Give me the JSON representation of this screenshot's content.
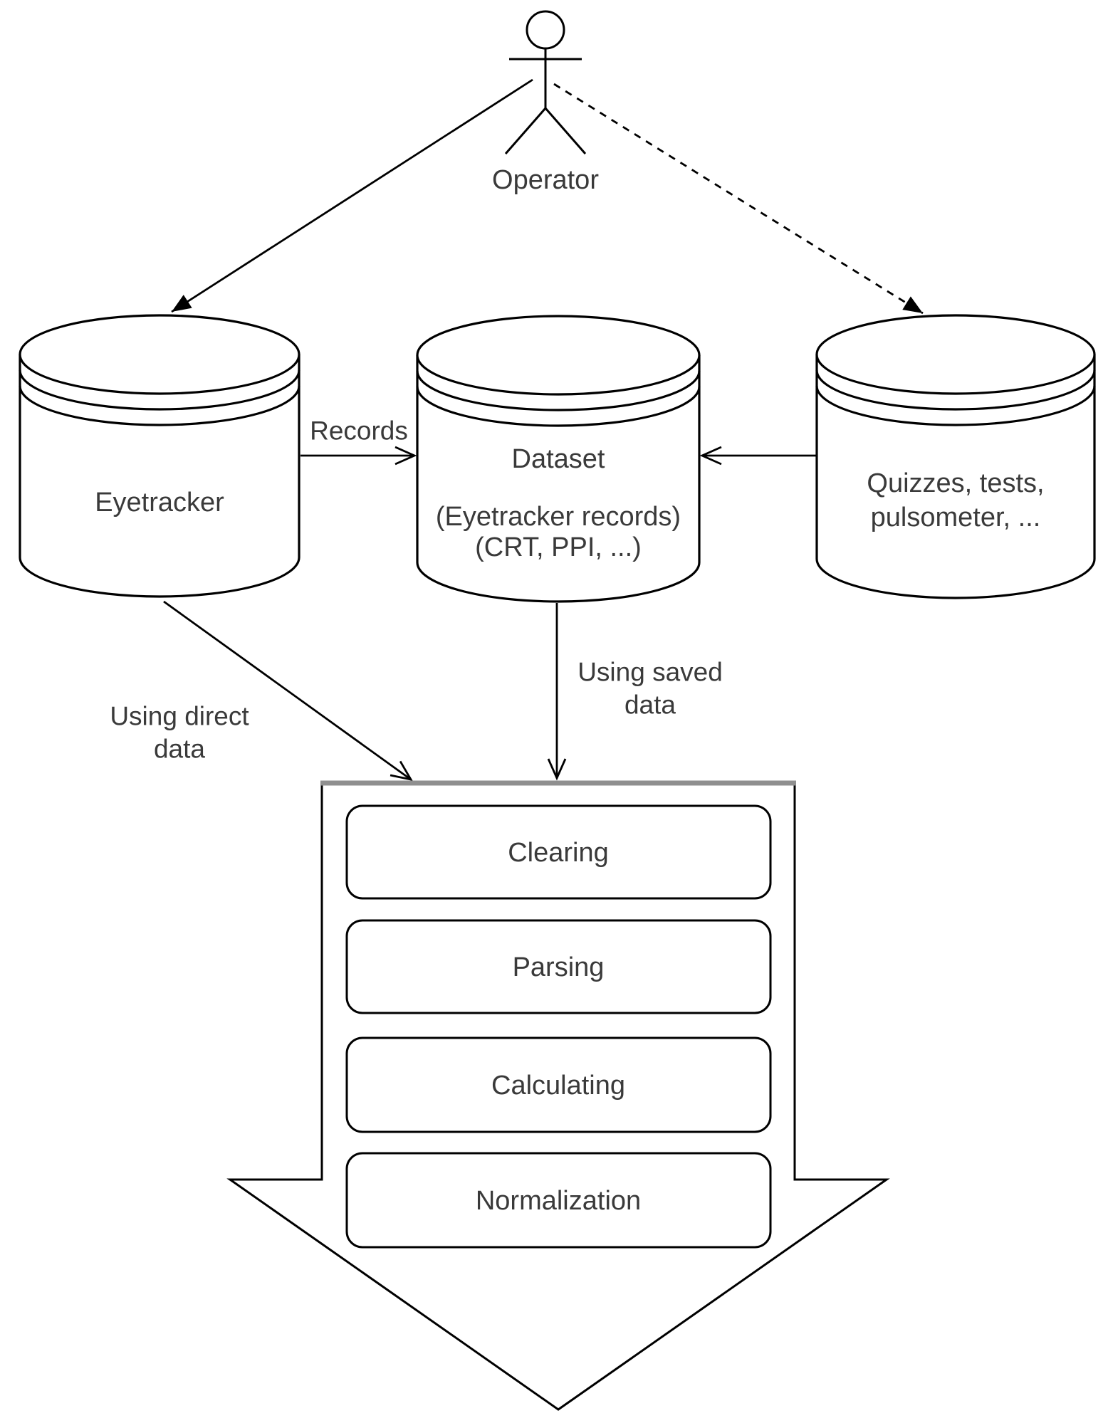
{
  "diagram": {
    "actor": {
      "label": "Operator"
    },
    "nodes": {
      "eyetracker": {
        "type": "database",
        "label": "Eyetracker"
      },
      "dataset": {
        "type": "database",
        "lines": [
          "Dataset",
          "(Eyetracker records)",
          "(CRT, PPI, ...)"
        ]
      },
      "quizzes": {
        "type": "database",
        "lines": [
          "Quizzes, tests,",
          "pulsometer, ..."
        ]
      }
    },
    "labels": {
      "records": "Records",
      "using_direct": [
        "Using direct",
        "data"
      ],
      "using_saved": [
        "Using saved",
        "data"
      ]
    },
    "process": {
      "steps": [
        "Clearing",
        "Parsing",
        "Calculating",
        "Normalization"
      ]
    },
    "edges": [
      {
        "from": "operator",
        "to": "eyetracker",
        "style": "solid",
        "head": "filled"
      },
      {
        "from": "operator",
        "to": "quizzes",
        "style": "dashed",
        "head": "filled"
      },
      {
        "from": "eyetracker",
        "to": "dataset",
        "style": "solid",
        "head": "open",
        "label": "Records"
      },
      {
        "from": "quizzes",
        "to": "dataset",
        "style": "solid",
        "head": "open"
      },
      {
        "from": "dataset",
        "to": "process-arrow",
        "style": "solid",
        "head": "open",
        "label": "Using saved data"
      },
      {
        "from": "eyetracker",
        "to": "process-arrow",
        "style": "solid",
        "head": "open",
        "label": "Using direct data"
      }
    ],
    "colors": {
      "line": "#000000",
      "text": "#3a3a3a",
      "arrow_top_bar": "#8f8f8f",
      "background": "#ffffff"
    }
  }
}
